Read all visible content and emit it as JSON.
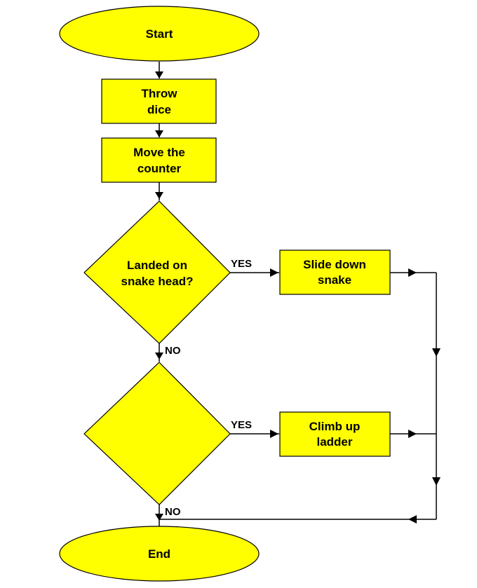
{
  "flowchart": {
    "start": "Start",
    "throw_line1": "Throw",
    "throw_line2": "dice",
    "move_line1": "Move the",
    "move_line2": "counter",
    "decision1_line1": "Landed on",
    "decision1_line2": "snake head?",
    "decision2_text": "",
    "slide_line1": "Slide down",
    "slide_line2": "snake",
    "climb_line1": "Climb up",
    "climb_line2": "ladder",
    "end": "End",
    "yes1": "YES",
    "no1": "NO",
    "yes2": "YES",
    "no2": "NO"
  },
  "colors": {
    "shape_fill": "#ffff00",
    "outline": "#000000",
    "background": "#ffffff"
  }
}
